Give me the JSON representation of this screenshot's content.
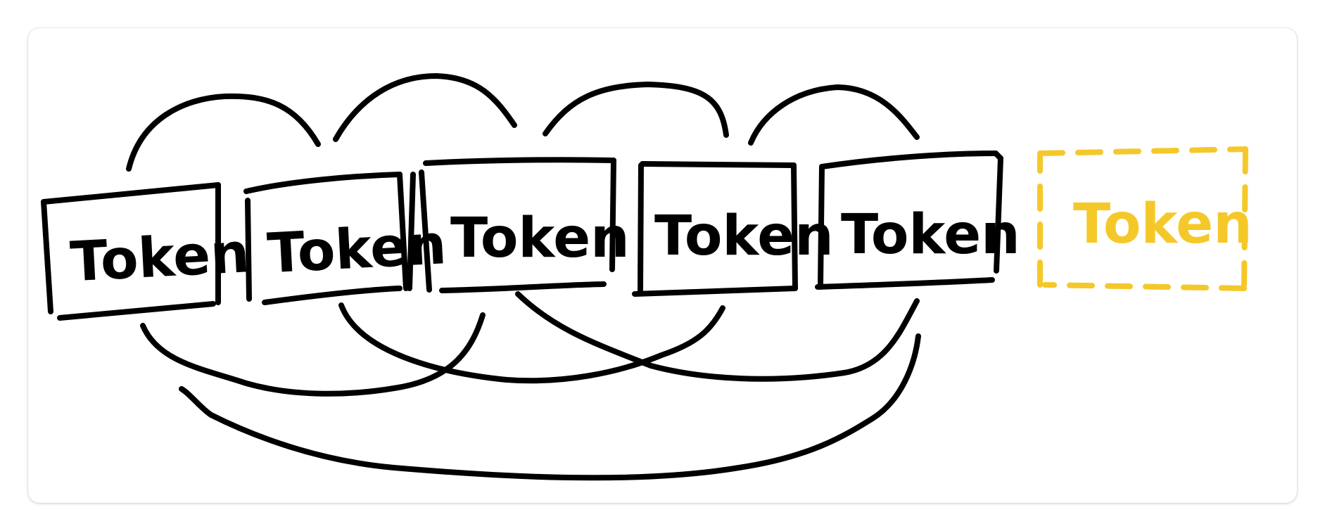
{
  "tokens": [
    {
      "label": "Token",
      "state": "existing"
    },
    {
      "label": "Token",
      "state": "existing"
    },
    {
      "label": "Token",
      "state": "existing"
    },
    {
      "label": "Token",
      "state": "existing"
    },
    {
      "label": "Token",
      "state": "existing"
    },
    {
      "label": "Token",
      "state": "next"
    }
  ],
  "colors": {
    "ink": "#000000",
    "next_token": "#f5c82a"
  }
}
